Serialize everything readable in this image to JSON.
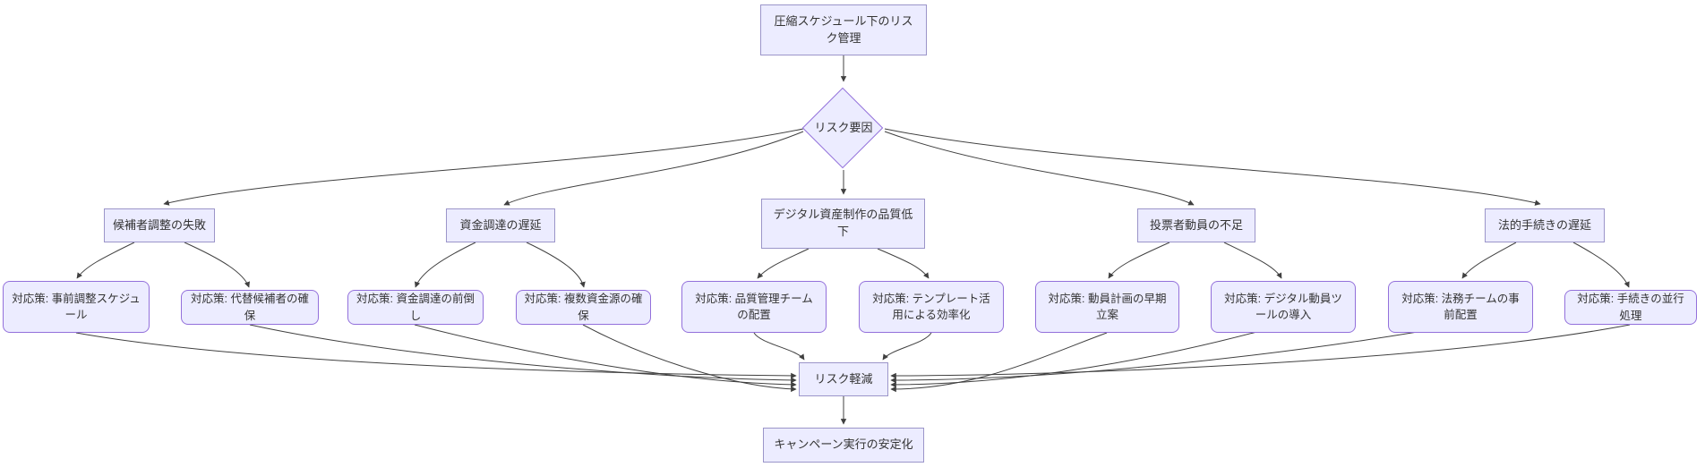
{
  "diagram": {
    "title_node": "圧縮スケジュール下のリスク管理",
    "decision_node": "リスク要因",
    "branches": [
      {
        "label": "候補者調整の失敗",
        "countermeasures": [
          "対応策: 事前調整スケジュール",
          "対応策: 代替候補者の確保"
        ]
      },
      {
        "label": "資金調達の遅延",
        "countermeasures": [
          "対応策: 資金調達の前倒し",
          "対応策: 複数資金源の確保"
        ]
      },
      {
        "label": "デジタル資産制作の品質低下",
        "countermeasures": [
          "対応策: 品質管理チームの配置",
          "対応策: テンプレート活用による効率化"
        ]
      },
      {
        "label": "投票者動員の不足",
        "countermeasures": [
          "対応策: 動員計画の早期立案",
          "対応策: デジタル動員ツールの導入"
        ]
      },
      {
        "label": "法的手続きの遅延",
        "countermeasures": [
          "対応策: 法務チームの事前配置",
          "対応策: 手続きの並行処理"
        ]
      }
    ],
    "mitigation_node": "リスク軽減",
    "outcome_node": "キャンペーン実行の安定化",
    "colors": {
      "node_fill": "#ECECFF",
      "node_border": "#9370DB",
      "edge": "#404040"
    }
  }
}
